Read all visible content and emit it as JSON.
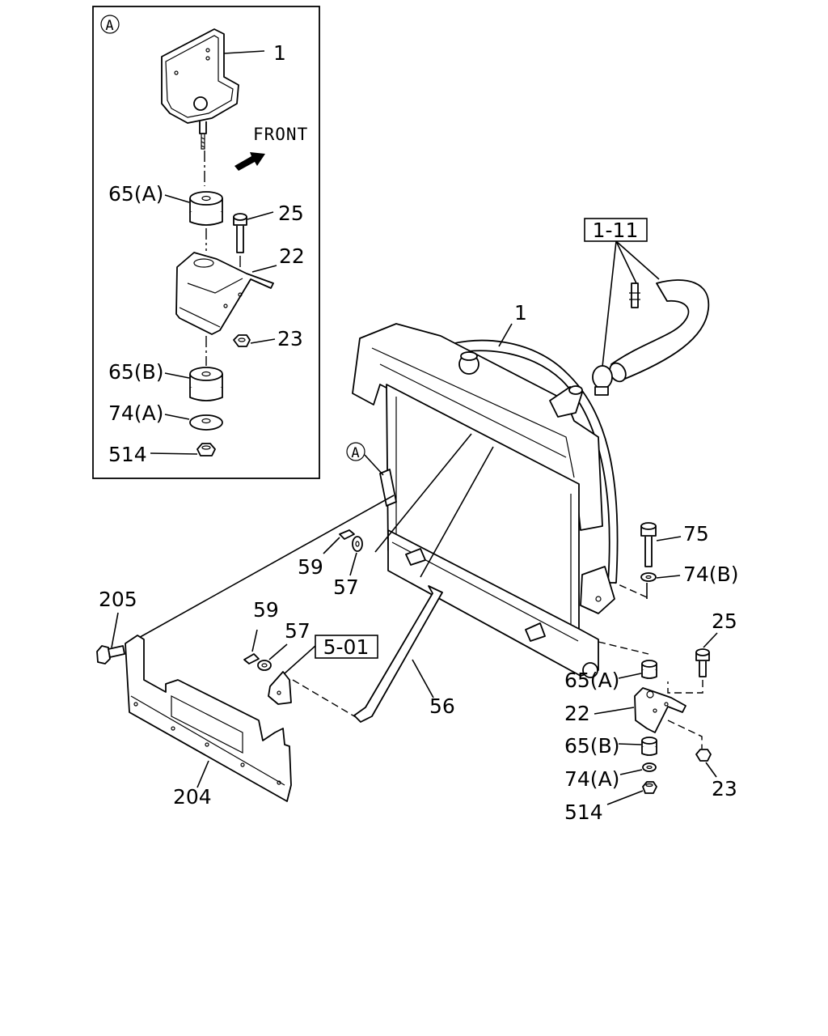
{
  "detail": {
    "marker": "A",
    "front_label": "FRONT",
    "labels": {
      "bracket": "1",
      "mount_upper": "65(A)",
      "bolt": "25",
      "plate": "22",
      "nut": "23",
      "mount_lower": "65(B)",
      "washer": "74(A)",
      "bottom_nut": "514"
    }
  },
  "main": {
    "marker": "A",
    "ref_boxes": {
      "hose_group": "1-11",
      "tube_group": "5-01"
    },
    "labels": {
      "radiator": "1",
      "clip_upper": "59",
      "washer_upper": "57",
      "bolt_205": "205",
      "clip_lower": "59",
      "washer_lower": "57",
      "tube": "56",
      "cover": "204",
      "top_bolt": "75",
      "top_washer": "74(B)",
      "right_bolt": "25",
      "right_mount_upper": "65(A)",
      "right_plate": "22",
      "right_mount_lower": "65(B)",
      "right_nut": "23",
      "right_washer": "74(A)",
      "right_bottom_nut": "514"
    }
  }
}
